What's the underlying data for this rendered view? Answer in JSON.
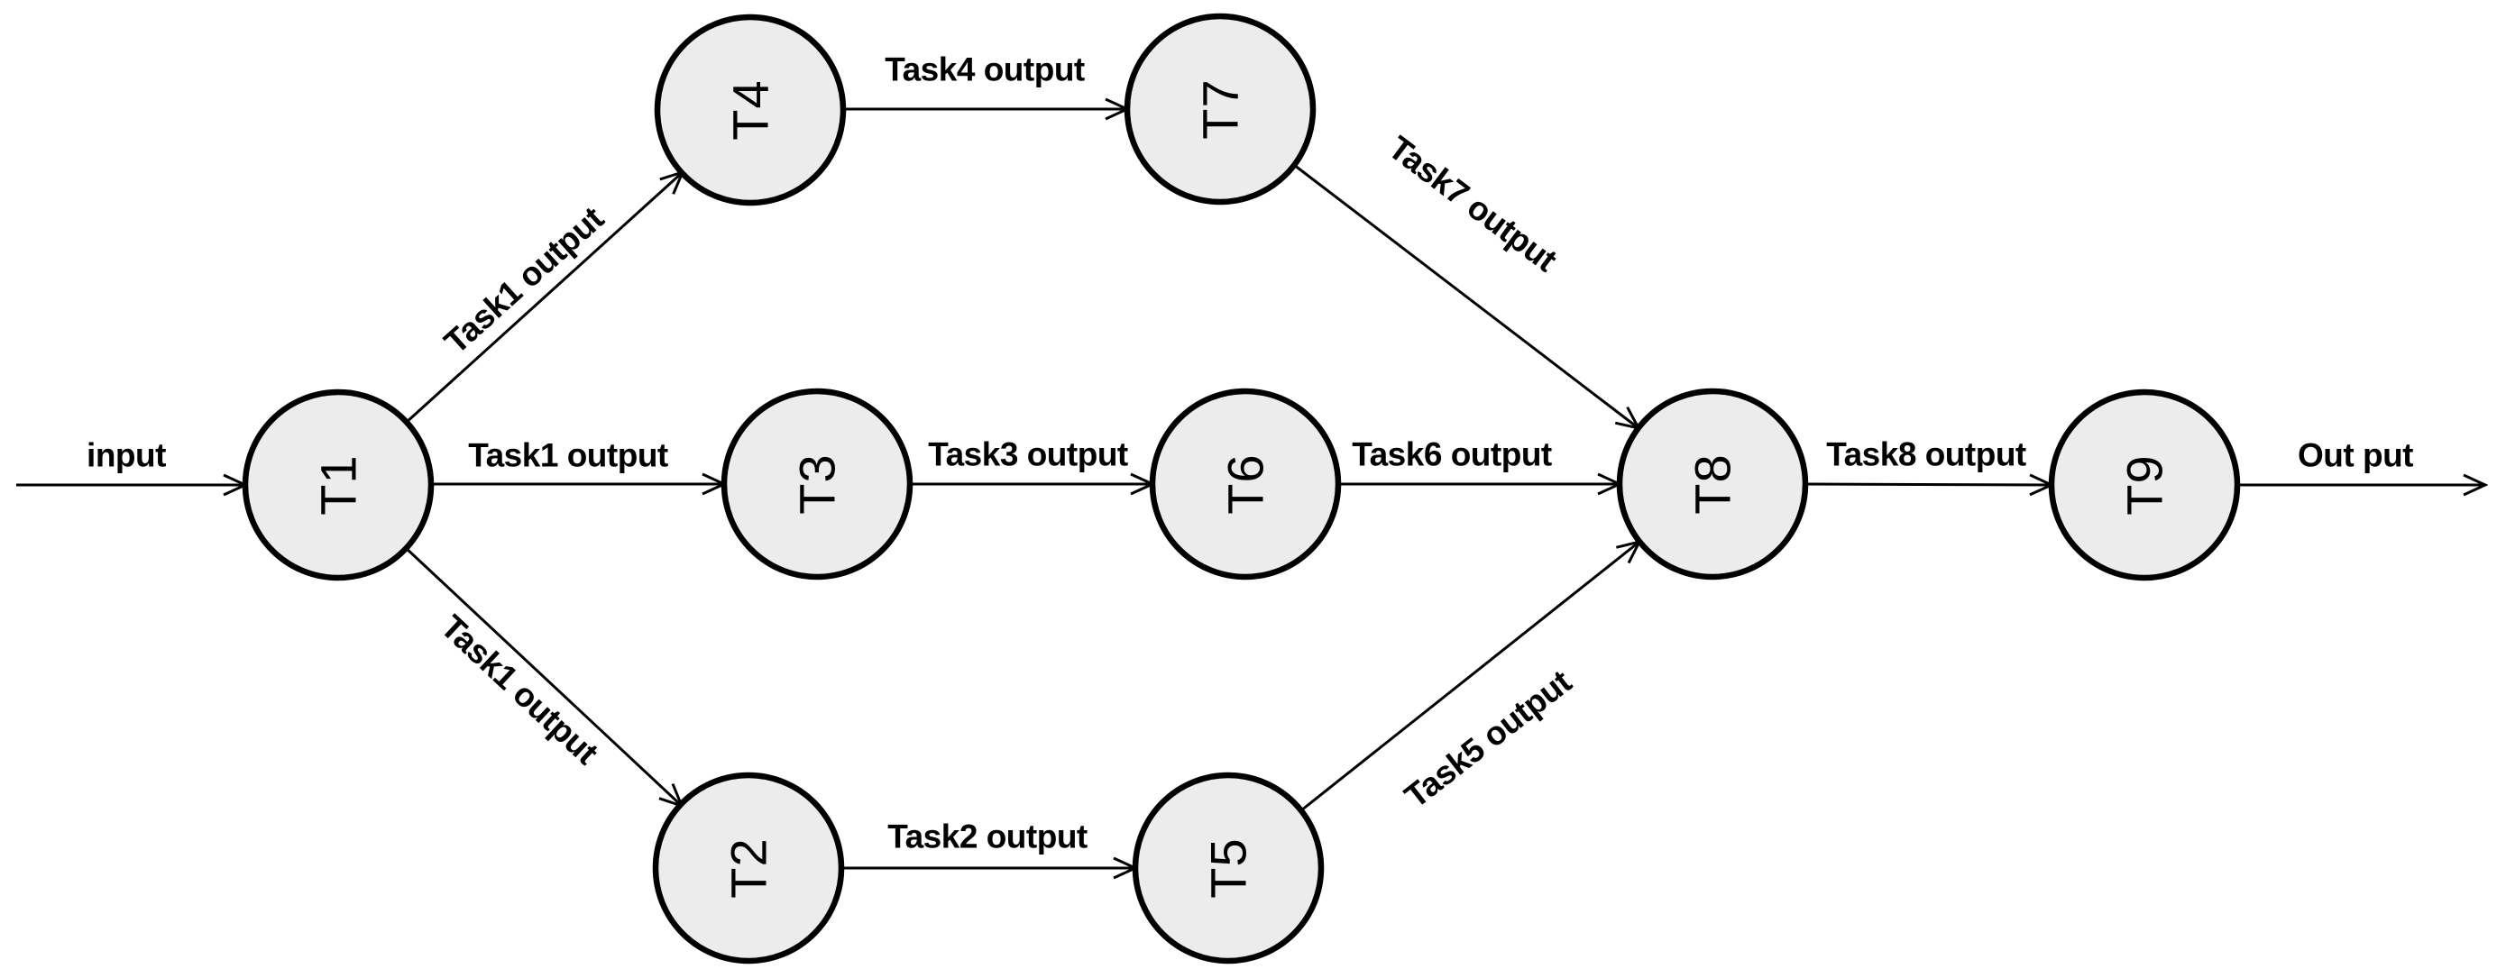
{
  "diagram": {
    "io": {
      "input_label": "input",
      "output_label": "Out put"
    },
    "nodes": [
      {
        "id": "T1",
        "label": "T1"
      },
      {
        "id": "T2",
        "label": "T2"
      },
      {
        "id": "T3",
        "label": "T3"
      },
      {
        "id": "T4",
        "label": "T4"
      },
      {
        "id": "T5",
        "label": "T5"
      },
      {
        "id": "T6",
        "label": "T6"
      },
      {
        "id": "T7",
        "label": "T7"
      },
      {
        "id": "T8",
        "label": "T8"
      },
      {
        "id": "T9",
        "label": "T9"
      }
    ],
    "edges": [
      {
        "from": "T1",
        "to": "T4",
        "label": "Task1 output"
      },
      {
        "from": "T1",
        "to": "T3",
        "label": "Task1 output"
      },
      {
        "from": "T1",
        "to": "T2",
        "label": "Task1 output"
      },
      {
        "from": "T4",
        "to": "T7",
        "label": "Task4 output"
      },
      {
        "from": "T3",
        "to": "T6",
        "label": "Task3 output"
      },
      {
        "from": "T2",
        "to": "T5",
        "label": "Task2 output"
      },
      {
        "from": "T7",
        "to": "T8",
        "label": "Task7 output"
      },
      {
        "from": "T6",
        "to": "T8",
        "label": "Task6 output"
      },
      {
        "from": "T5",
        "to": "T8",
        "label": "Task5 output"
      },
      {
        "from": "T8",
        "to": "T9",
        "label": "Task8 output"
      }
    ],
    "colors": {
      "node_fill": "#ececec",
      "node_stroke": "#000000",
      "edge_stroke": "#000000",
      "text": "#000000",
      "background": "#ffffff"
    }
  }
}
